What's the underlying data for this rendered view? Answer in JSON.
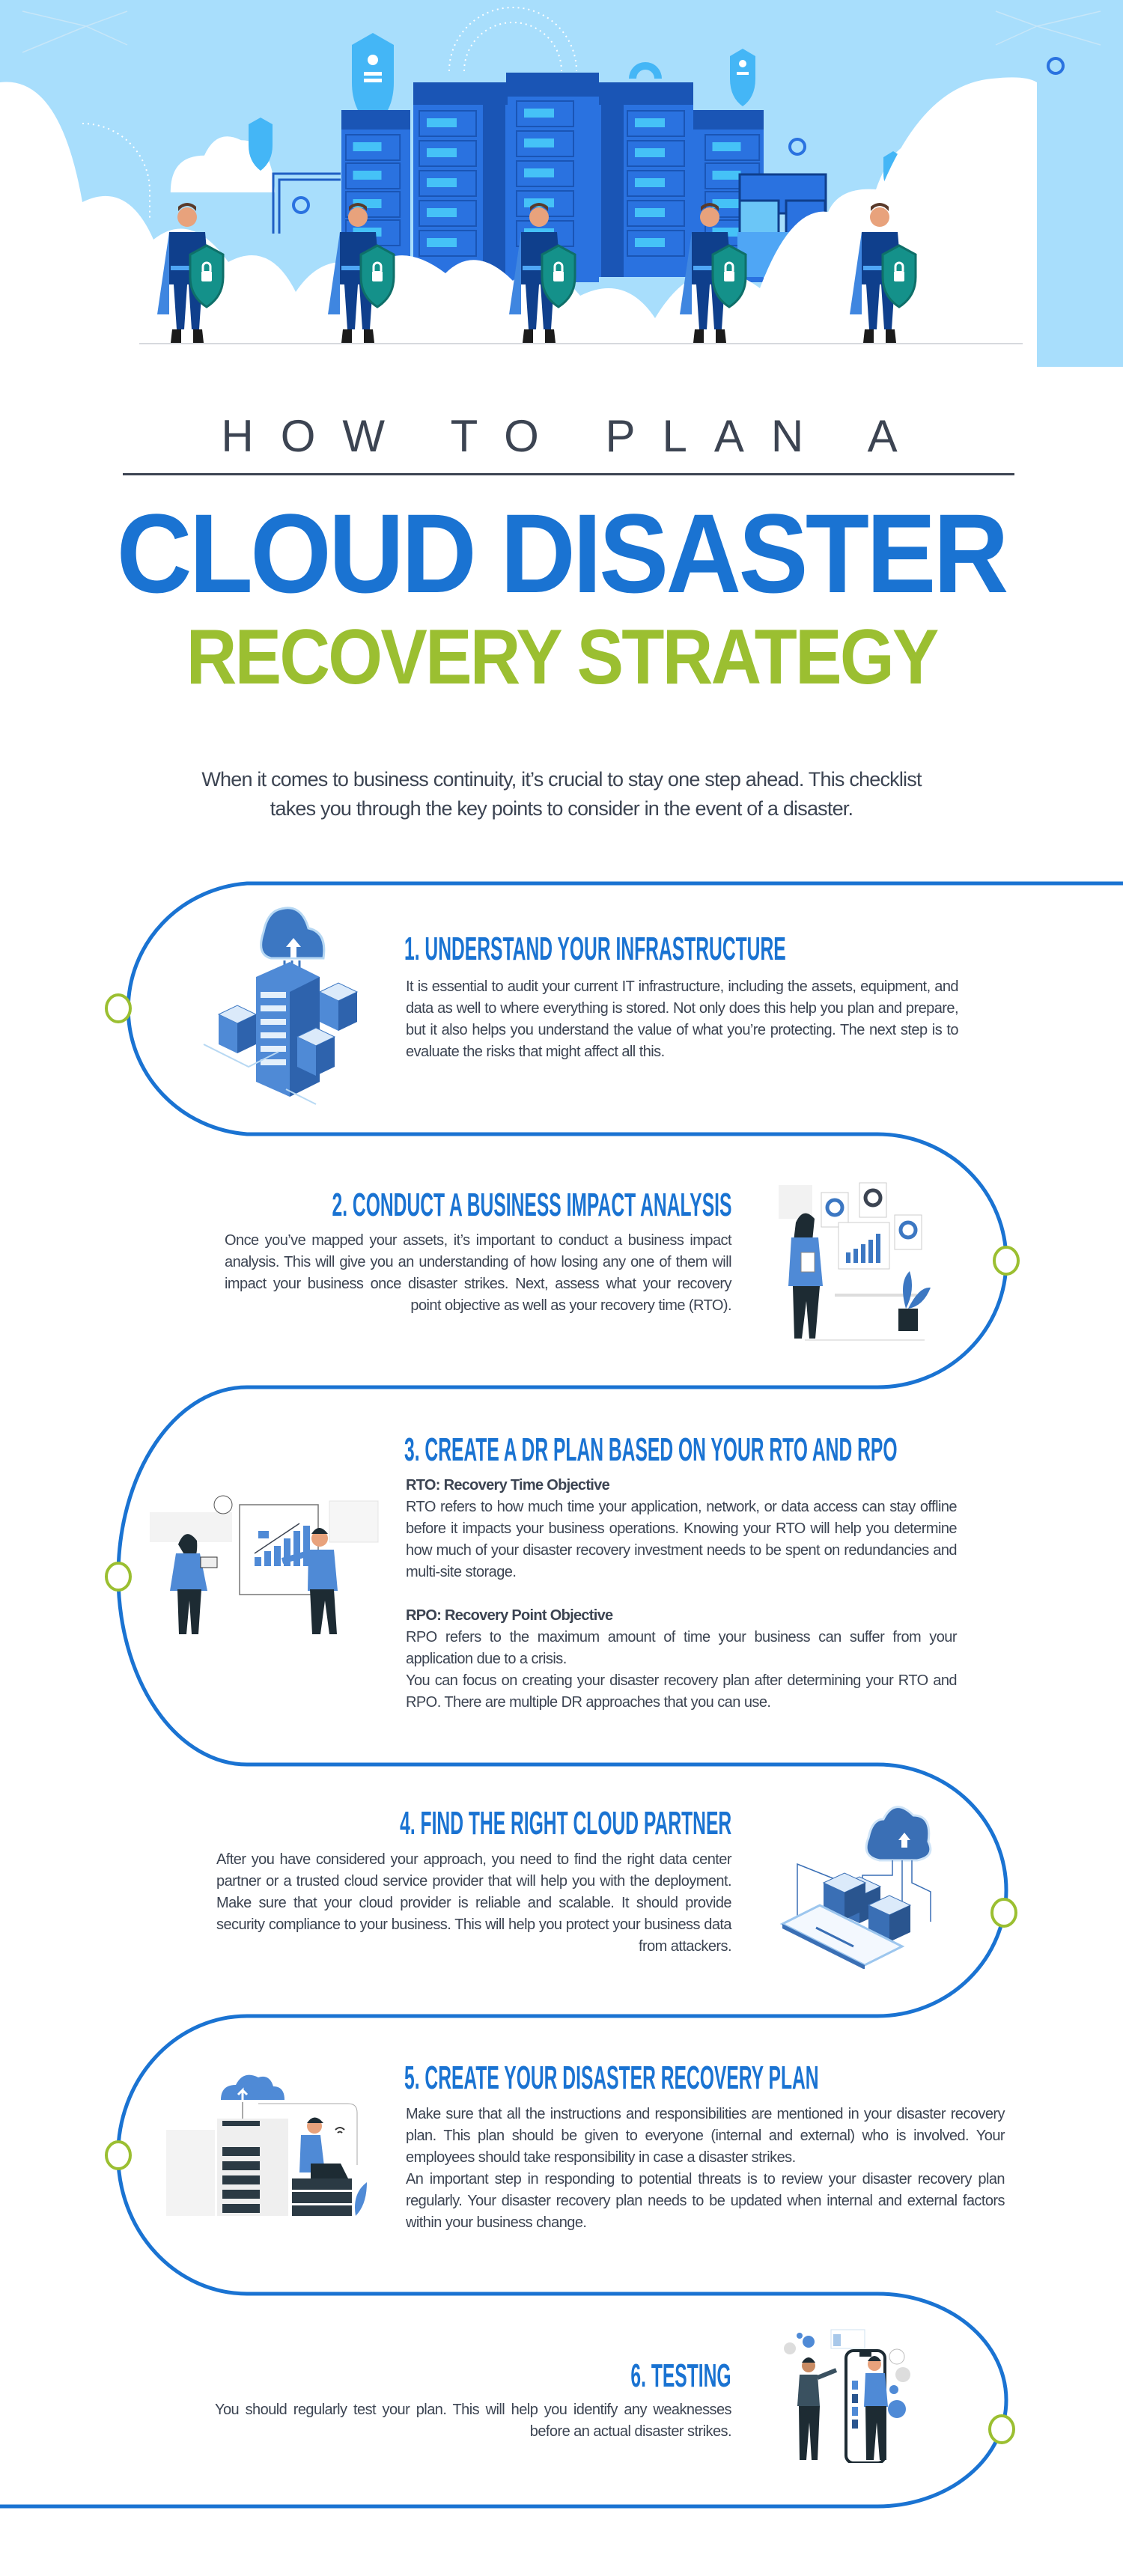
{
  "header": {
    "kicker": "HOW TO PLAN A",
    "title_line1": "CLOUD DISASTER",
    "title_line2": "RECOVERY STRATEGY",
    "intro_lines": [
      "When it comes to business continuity, it’s crucial to stay one step ahead. This checklist",
      "takes you through the key points to consider in the event of a disaster."
    ]
  },
  "colors": {
    "blue": "#1a73d2",
    "green": "#9bbf31",
    "text": "#3c4452",
    "sky": "#a8defc"
  },
  "sections": [
    {
      "heading": "1. UNDERSTAND YOUR INFRASTRUCTURE",
      "body": "It is essential to audit your current IT infrastructure, including the assets, equipment, and data as well to where everything is stored. Not only does this help you plan and prepare, but it also helps you understand the value of what you’re protecting. The next step is to evaluate the risks that might affect all this.",
      "icon": "cloud-server-infrastructure-icon"
    },
    {
      "heading": "2. CONDUCT A BUSINESS IMPACT ANALYSIS",
      "body": "Once you’ve mapped your assets, it’s important to conduct a business impact analysis. This will give you an understanding of how losing any one of them will impact your business once disaster strikes. Next, assess what your recovery point objective as well as your recovery time (RTO).",
      "icon": "analytics-dashboard-icon"
    },
    {
      "heading": "3. CREATE A DR PLAN BASED ON YOUR RTO AND RPO",
      "rto_label": "RTO: Recovery Time Objective",
      "rto_body": "RTO refers to how much time your application, network, or data access can stay offline before it impacts your business operations. Knowing your RTO will help you determine how much of your disaster recovery investment needs to be spent on redundancies and multi-site storage.",
      "rpo_label": "RPO:  Recovery Point Objective",
      "rpo_body": "RPO refers to the maximum amount of time your business can suffer from your application due to a crisis.",
      "closing": "You can focus on creating your disaster recovery plan after determining your RTO and RPO. There are multiple DR approaches that you can use.",
      "icon": "presentation-chart-icon"
    },
    {
      "heading": "4. FIND THE RIGHT CLOUD PARTNER",
      "body": "After you have considered your approach, you need to find the right data center partner or a trusted cloud service provider that will help you with the deployment. Make sure that your cloud provider is reliable and scalable. It should provide security compliance to your business. This will help you protect your business data from attackers.",
      "icon": "cloud-servers-laptop-icon"
    },
    {
      "heading": "5. CREATE YOUR DISASTER RECOVERY PLAN",
      "body1": "Make sure that all the instructions and responsibilities are mentioned in your disaster recovery plan. This plan should be given to everyone (internal and external) who is involved. Your employees should take responsibility in case a disaster strikes.",
      "body2": "An important step in responding to potential threats is to review your disaster recovery plan regularly. Your disaster recovery plan needs to be updated when internal and external factors within your business change.",
      "icon": "server-backup-upload-icon"
    },
    {
      "heading": "6. TESTING",
      "body": "You should regularly test your plan. This will help you identify any weaknesses before an actual disaster strikes.",
      "icon": "mobile-testing-icon"
    }
  ]
}
